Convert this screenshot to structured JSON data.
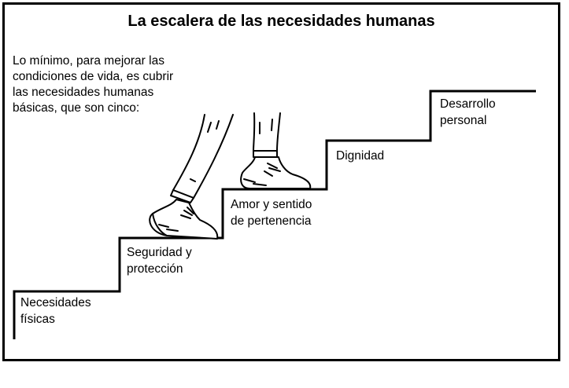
{
  "title": "La escalera de las necesidades humanas",
  "intro_lines": [
    "Lo mínimo, para mejorar las",
    "condiciones de vida, es cubrir",
    "las necesidades humanas",
    "básicas, que son cinco:"
  ],
  "steps": [
    {
      "lines": [
        "Necesidades",
        "físicas"
      ]
    },
    {
      "lines": [
        "Seguridad y",
        "protección"
      ]
    },
    {
      "lines": [
        "Amor y sentido",
        "de pertenencia"
      ]
    },
    {
      "lines": [
        "Dignidad"
      ]
    },
    {
      "lines": [
        "Desarrollo",
        "personal"
      ]
    }
  ],
  "colors": {
    "ink": "#000000",
    "background": "#ffffff"
  },
  "illustration": {
    "icon": "walking-legs-icon"
  }
}
